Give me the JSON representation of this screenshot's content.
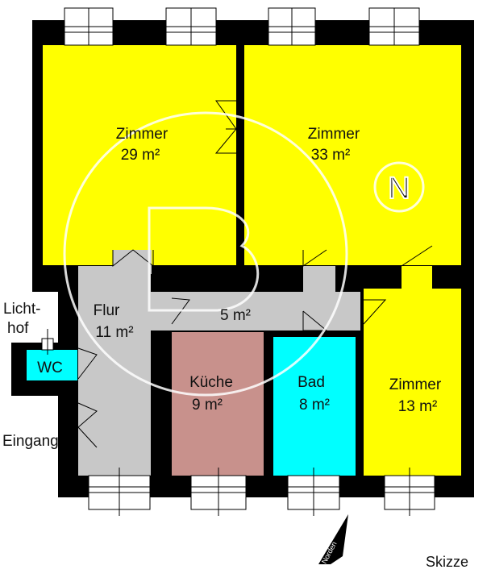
{
  "rooms": {
    "zimmer_left": {
      "name": "Zimmer",
      "area": "29 m²",
      "color": "#ffff00"
    },
    "zimmer_right": {
      "name": "Zimmer",
      "area": "33 m²",
      "color": "#ffff00"
    },
    "zimmer_small": {
      "name": "Zimmer",
      "area": "13 m²",
      "color": "#ffff00"
    },
    "flur": {
      "name": "Flur",
      "area": "11 m²",
      "color": "#c8c8c8"
    },
    "korridor": {
      "area": "5 m²",
      "color": "#c8c8c8"
    },
    "kueche": {
      "name": "Küche",
      "area": "9 m²",
      "color": "#c8918c"
    },
    "bad": {
      "name": "Bad",
      "area": "8 m²",
      "color": "#00ffff"
    },
    "wc": {
      "name": "WC",
      "color": "#00ffff"
    }
  },
  "labels": {
    "lichthof_line1": "Licht-",
    "lichthof_line2": "hof",
    "eingang": "Eingang",
    "skizze": "Skizze",
    "norden": "Norden"
  },
  "colors": {
    "wall": "#000000",
    "background": "#ffffff",
    "watermark": "#ffffff"
  }
}
